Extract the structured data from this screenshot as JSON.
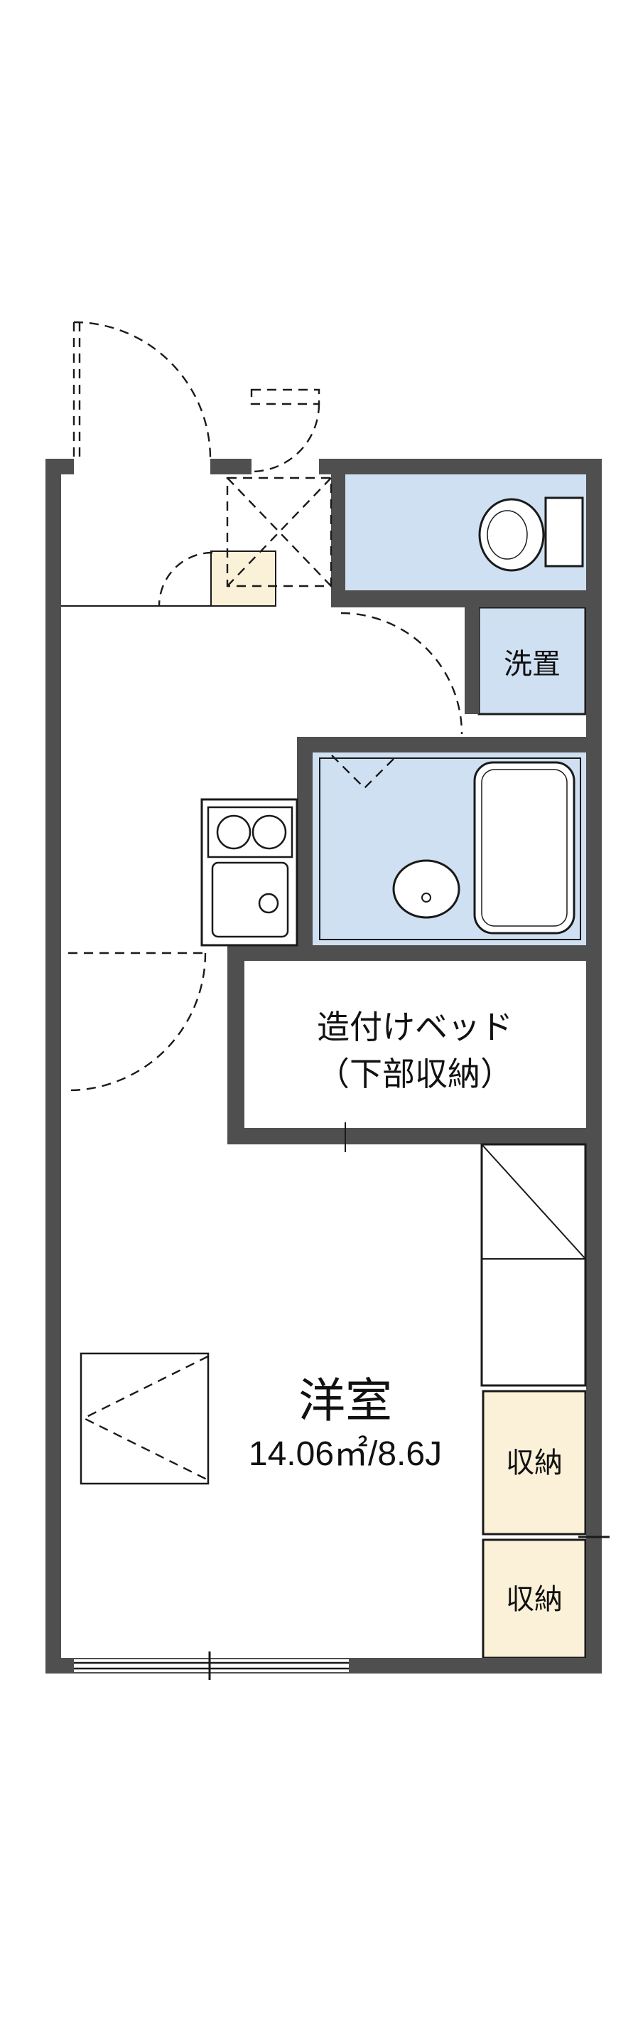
{
  "floorplan": {
    "rooms": {
      "washer_label": "洗置",
      "bed_label_line1": "造付けベッド",
      "bed_label_line2": "（下部収納）",
      "main_room_name": "洋室",
      "main_room_area": "14.06㎡/8.6J",
      "storage_upper_label": "収納",
      "storage_lower_label": "収納"
    },
    "colors": {
      "wall": "#4f4f4f",
      "wet_area": "#cfe0f2",
      "storage": "#fbf1d8",
      "outline": "#1a1a1a",
      "background": "#ffffff"
    }
  }
}
